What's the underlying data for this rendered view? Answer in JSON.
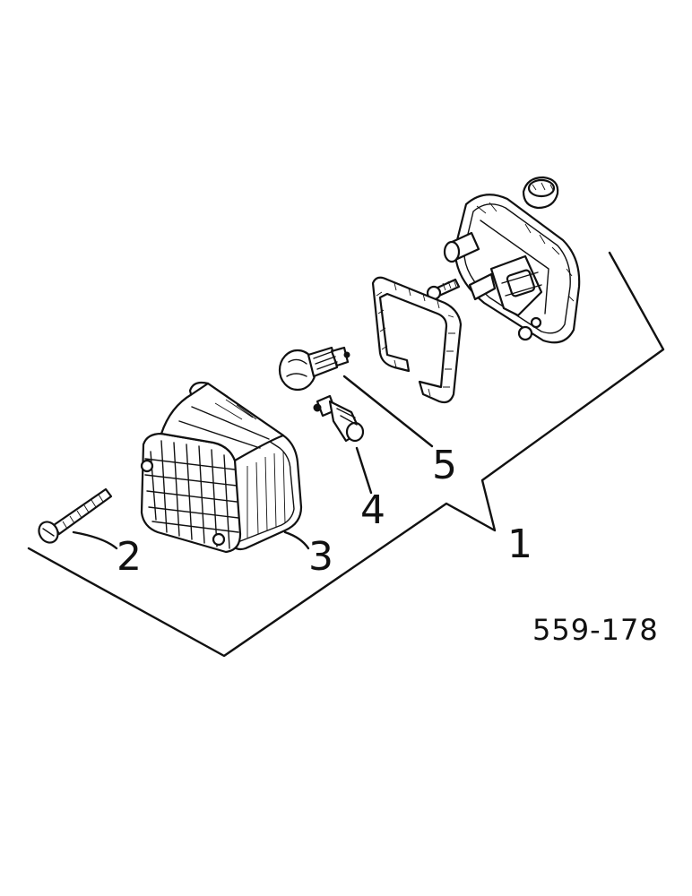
{
  "diagram": {
    "reference_number": "559-178",
    "callouts": {
      "assembly": "1",
      "screw": "2",
      "lens": "3",
      "small_bulb": "4",
      "large_bulb": "5"
    }
  }
}
